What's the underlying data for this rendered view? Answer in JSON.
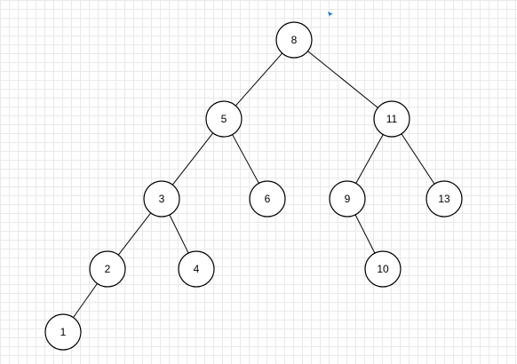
{
  "tree": {
    "nodes": [
      {
        "id": "n8",
        "label": "8"
      },
      {
        "id": "n5",
        "label": "5"
      },
      {
        "id": "n11",
        "label": "11"
      },
      {
        "id": "n3",
        "label": "3"
      },
      {
        "id": "n6",
        "label": "6"
      },
      {
        "id": "n9",
        "label": "9"
      },
      {
        "id": "n13",
        "label": "13"
      },
      {
        "id": "n2",
        "label": "2"
      },
      {
        "id": "n4",
        "label": "4"
      },
      {
        "id": "n10",
        "label": "10"
      },
      {
        "id": "n1",
        "label": "1"
      }
    ],
    "edges": [
      {
        "from": "n8",
        "to": "n5"
      },
      {
        "from": "n8",
        "to": "n11"
      },
      {
        "from": "n5",
        "to": "n3"
      },
      {
        "from": "n5",
        "to": "n6"
      },
      {
        "from": "n11",
        "to": "n9"
      },
      {
        "from": "n11",
        "to": "n13"
      },
      {
        "from": "n3",
        "to": "n2"
      },
      {
        "from": "n3",
        "to": "n4"
      },
      {
        "from": "n9",
        "to": "n10"
      },
      {
        "from": "n2",
        "to": "n1"
      }
    ]
  },
  "colors": {
    "grid": "#e9e9e9",
    "stroke": "#000000",
    "cursor": "#1f6fb5"
  },
  "icons": {
    "cursor": "mouse-pointer-icon"
  }
}
